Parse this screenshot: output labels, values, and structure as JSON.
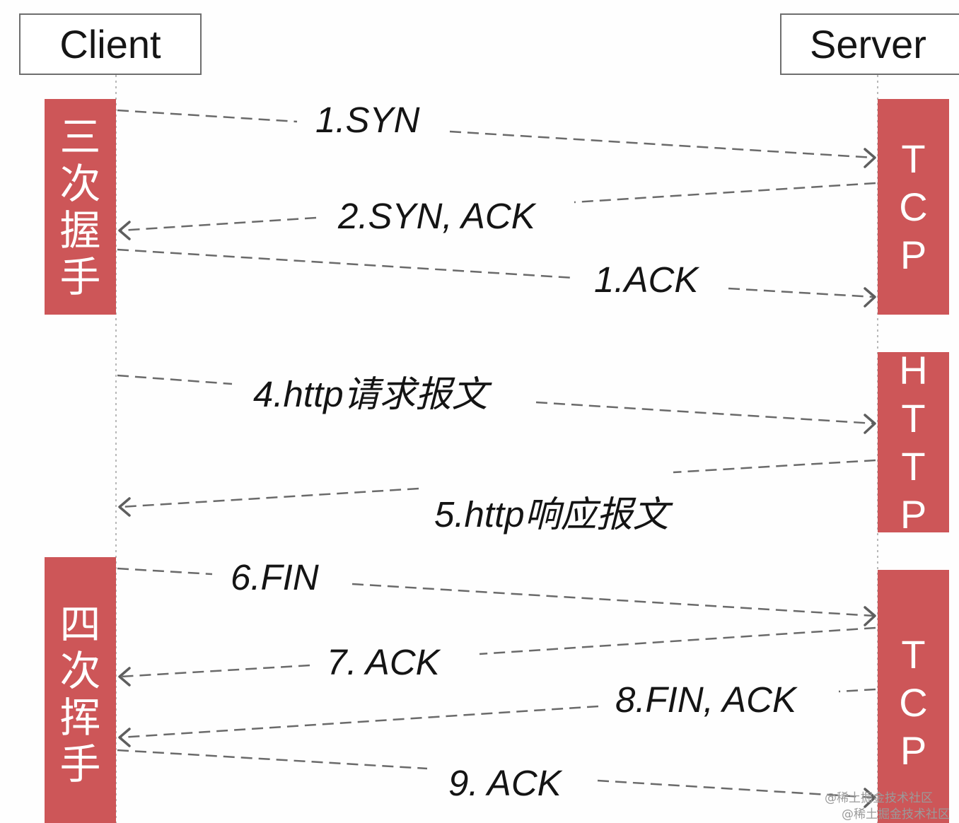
{
  "actors": {
    "client": "Client",
    "server": "Server"
  },
  "left_blocks": {
    "handshake": [
      "三",
      "次",
      "握",
      "手"
    ],
    "wave": [
      "四",
      "次",
      "挥",
      "手"
    ]
  },
  "right_blocks": {
    "tcp1": [
      "T",
      "C",
      "P"
    ],
    "http": [
      "H",
      "T",
      "T",
      "P"
    ],
    "tcp2": [
      "T",
      "C",
      "P"
    ]
  },
  "messages": [
    {
      "label": "1.SYN",
      "direction": "client-to-server"
    },
    {
      "label": "2.SYN, ACK",
      "direction": "server-to-client"
    },
    {
      "label": "1.ACK",
      "direction": "client-to-server"
    },
    {
      "label": "4.http请求报文",
      "direction": "client-to-server"
    },
    {
      "label": "5.http响应报文",
      "direction": "server-to-client"
    },
    {
      "label": "6.FIN",
      "direction": "client-to-server"
    },
    {
      "label": "7. ACK",
      "direction": "server-to-client"
    },
    {
      "label": "8.FIN, ACK",
      "direction": "server-to-client"
    },
    {
      "label": "9. ACK",
      "direction": "client-to-server"
    }
  ],
  "watermark": "@稀土掘金技术社区",
  "colors": {
    "block": "#cd5658",
    "arrow": "#6a6a6a"
  }
}
